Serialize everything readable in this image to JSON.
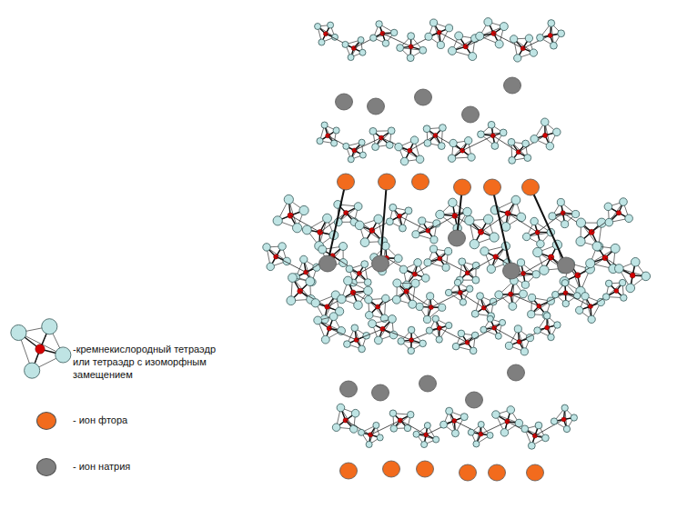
{
  "diagram": {
    "legend": [
      {
        "text": "-кремнекислородный тетраэдр или тетраэдр с изоморфным замещением"
      },
      {
        "text": "- ион фтора",
        "color": "#f26b1d"
      },
      {
        "text": "- ион натрия",
        "color": "#7f7f7f"
      }
    ]
  }
}
